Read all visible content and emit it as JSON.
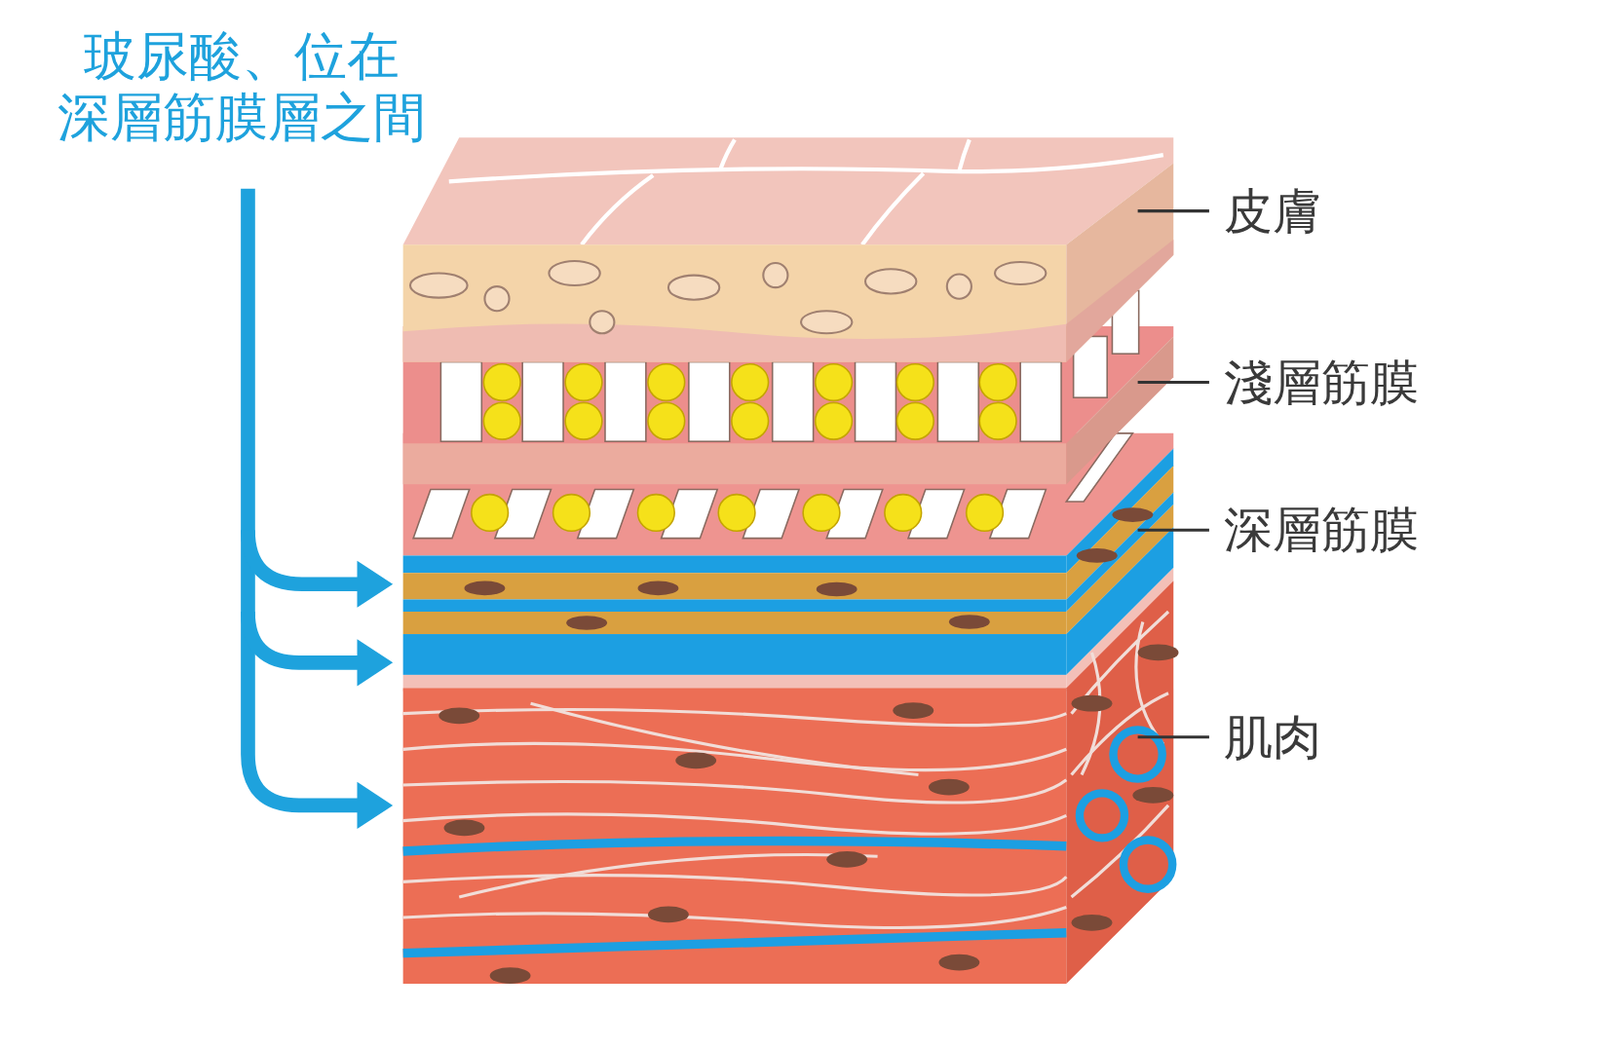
{
  "diagram": {
    "labels": [
      "玻尿酸、位在 深層筋膜層之間",
      "皮膚",
      "淺層筋膜",
      "深層筋膜",
      "肌肉"
    ]
  }
}
